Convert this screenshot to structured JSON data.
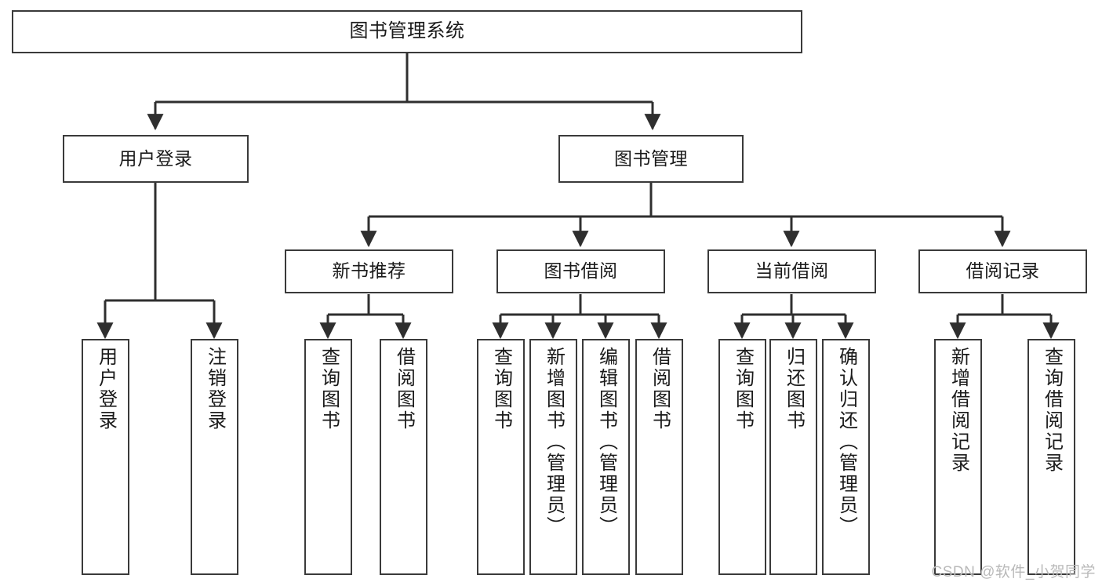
{
  "diagram": {
    "title": "图书管理系统",
    "type": "tree-hierarchy",
    "watermark": "CSDN @软件_小贺同学",
    "colors": {
      "box_border": "#3a3a3a",
      "box_fill": "#ffffff",
      "edge": "#2f2f2f",
      "text": "#1a1a1a",
      "watermark": "#b9b9b9",
      "background": "#ffffff"
    },
    "nodes": {
      "root": {
        "label": "图书管理系统"
      },
      "level2": [
        {
          "id": "user-login",
          "label": "用户登录"
        },
        {
          "id": "book-manage",
          "label": "图书管理"
        }
      ],
      "level3": [
        {
          "id": "new-book-recommend",
          "label": "新书推荐"
        },
        {
          "id": "book-borrow",
          "label": "图书借阅"
        },
        {
          "id": "current-borrow",
          "label": "当前借阅"
        },
        {
          "id": "borrow-record",
          "label": "借阅记录"
        }
      ],
      "leaves": {
        "user-login": [
          {
            "id": "leaf-user-login",
            "label": "用户登录"
          },
          {
            "id": "leaf-user-logout",
            "label": "注销登录"
          }
        ],
        "new-book-recommend": [
          {
            "id": "leaf-query-book-1",
            "label": "查询图书"
          },
          {
            "id": "leaf-borrow-book-1",
            "label": "借阅图书"
          }
        ],
        "book-borrow": [
          {
            "id": "leaf-query-book-2",
            "label": "查询图书"
          },
          {
            "id": "leaf-add-book",
            "label": "新增图书（管理员）"
          },
          {
            "id": "leaf-edit-book",
            "label": "编辑图书（管理员）"
          },
          {
            "id": "leaf-borrow-book-2",
            "label": "借阅图书"
          }
        ],
        "current-borrow": [
          {
            "id": "leaf-query-book-3",
            "label": "查询图书"
          },
          {
            "id": "leaf-return-book",
            "label": "归还图书"
          },
          {
            "id": "leaf-confirm-return",
            "label": "确认归还（管理员）"
          }
        ],
        "borrow-record": [
          {
            "id": "leaf-add-record",
            "label": "新增借阅记录"
          },
          {
            "id": "leaf-query-record",
            "label": "查询借阅记录"
          }
        ]
      }
    }
  }
}
